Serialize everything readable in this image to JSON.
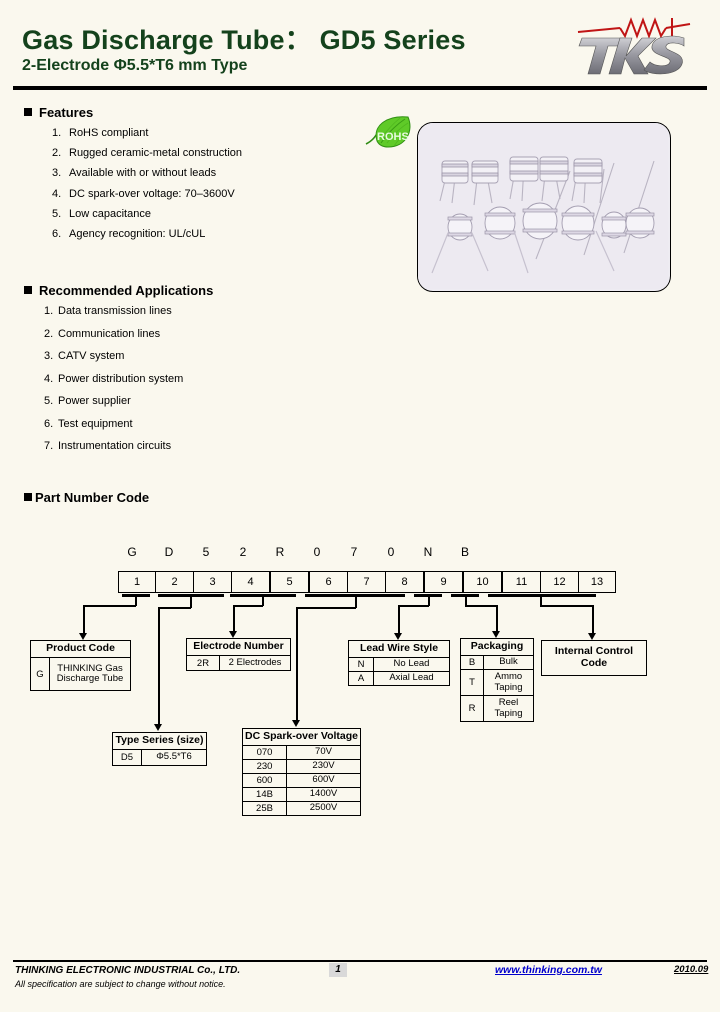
{
  "header": {
    "title": "Gas Discharge Tube： GD5 Series",
    "subtitle": "2-Electrode Φ5.5*T6 mm Type",
    "logo_text": "TKS",
    "logo_icon": "tks-logo-icon"
  },
  "features": {
    "heading": "Features",
    "items": [
      {
        "n": "1.",
        "text": "RoHS compliant"
      },
      {
        "n": "2.",
        "text": "Rugged ceramic-metal construction"
      },
      {
        "n": "3.",
        "text": "Available with or without leads"
      },
      {
        "n": "4.",
        "text": "DC spark-over voltage: 70–3600V"
      },
      {
        "n": "5.",
        "text": "Low capacitance"
      },
      {
        "n": "6.",
        "text": "Agency recognition: UL/cUL"
      }
    ]
  },
  "applications": {
    "heading": "Recommended Applications",
    "items": [
      {
        "n": "1.",
        "text": "Data transmission lines"
      },
      {
        "n": "2.",
        "text": "Communication lines"
      },
      {
        "n": "3.",
        "text": "CATV system"
      },
      {
        "n": "4.",
        "text": "Power distribution system"
      },
      {
        "n": "5.",
        "text": "Power supplier"
      },
      {
        "n": "6.",
        "text": "Test equipment"
      },
      {
        "n": "7.",
        "text": "Instrumentation circuits"
      }
    ]
  },
  "product_image": {
    "rohs_badge_label": "ROHS",
    "rohs_icon": "rohs-leaf-icon",
    "photo_alt": "gas-discharge-tube-photo"
  },
  "part_number_code": {
    "heading": "Part Number Code",
    "example_chars": [
      "G",
      "D",
      "5",
      "2",
      "R",
      "0",
      "7",
      "0",
      "N",
      "B"
    ],
    "positions": [
      "1",
      "2",
      "3",
      "4",
      "5",
      "6",
      "7",
      "8",
      "9",
      "10",
      "11",
      "12",
      "13"
    ],
    "legend": {
      "product_code": {
        "title": "Product Code",
        "rows": [
          {
            "code": "G",
            "desc": "THINKING Gas Discharge Tube"
          }
        ]
      },
      "type_series": {
        "title": "Type Series (size)",
        "rows": [
          {
            "code": "D5",
            "desc": "Φ5.5*T6"
          }
        ]
      },
      "electrode_number": {
        "title": "Electrode Number",
        "rows": [
          {
            "code": "2R",
            "desc": "2 Electrodes"
          }
        ]
      },
      "dc_spark_over_voltage": {
        "title": "DC Spark-over Voltage",
        "rows": [
          {
            "code": "070",
            "desc": "70V"
          },
          {
            "code": "230",
            "desc": "230V"
          },
          {
            "code": "600",
            "desc": "600V"
          },
          {
            "code": "14B",
            "desc": "1400V"
          },
          {
            "code": "25B",
            "desc": "2500V"
          }
        ]
      },
      "lead_wire_style": {
        "title": "Lead Wire Style",
        "rows": [
          {
            "code": "N",
            "desc": "No Lead"
          },
          {
            "code": "A",
            "desc": "Axial Lead"
          }
        ]
      },
      "packaging": {
        "title": "Packaging",
        "rows": [
          {
            "code": "B",
            "desc": "Bulk"
          },
          {
            "code": "T",
            "desc": "Ammo Taping"
          },
          {
            "code": "R",
            "desc": "Reel Taping"
          }
        ]
      },
      "internal_control_code": {
        "title": "Internal Control Code",
        "rows": []
      }
    }
  },
  "footer": {
    "company": "THINKING ELECTRONIC INDUSTRIAL Co., LTD.",
    "note": "All specification are subject to change without notice.",
    "page": "1",
    "url": "www.thinking.com.tw",
    "date": "2010.09"
  },
  "colors": {
    "background": "#faf8ee",
    "title_green": "#14421c",
    "link_blue": "#0000cc",
    "rohs_green": "#3fb51e"
  }
}
